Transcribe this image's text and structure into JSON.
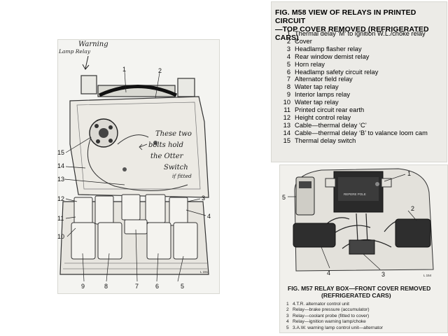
{
  "left_figure": {
    "handwriting": {
      "warning_line1": "Warning",
      "warning_line2": "Lamp Relay",
      "note_line1": "These two",
      "note_line2": "bolts hold",
      "note_line3": "the Otter",
      "note_line4": "Switch",
      "note_line5": "if fitted"
    },
    "callouts": [
      "1",
      "2",
      "3",
      "4",
      "5",
      "6",
      "7",
      "8",
      "9",
      "10",
      "11",
      "12",
      "13",
      "14",
      "15"
    ],
    "ref_code": "L 151"
  },
  "fig_m58": {
    "title_line1": "FIG. M58 VIEW OF RELAYS IN PRINTED CIRCUIT",
    "title_line2": "—TOP COVER REMOVED (REFRIGERATED CARS)",
    "items": [
      {
        "num": "1",
        "text": "Thermal delay ‘M’ to ignition W.L./choke relay"
      },
      {
        "num": "2",
        "text": "Cover"
      },
      {
        "num": "3",
        "text": "Headlamp flasher relay"
      },
      {
        "num": "4",
        "text": "Rear window demist relay"
      },
      {
        "num": "5",
        "text": "Horn relay"
      },
      {
        "num": "6",
        "text": "Headlamp safety circuit relay"
      },
      {
        "num": "7",
        "text": "Alternator field relay"
      },
      {
        "num": "8",
        "text": "Water tap relay"
      },
      {
        "num": "9",
        "text": "Interior lamps relay"
      },
      {
        "num": "10",
        "text": "Water tap relay"
      },
      {
        "num": "11",
        "text": "Printed circuit rear earth"
      },
      {
        "num": "12",
        "text": "Height control relay"
      },
      {
        "num": "13",
        "text": "Cable—thermal delay ‘C’"
      },
      {
        "num": "14",
        "text": "Cable—thermal delay ‘B’ to valance loom cam"
      },
      {
        "num": "15",
        "text": "Thermal delay switch"
      }
    ]
  },
  "fig_m57": {
    "callouts": [
      "1",
      "2",
      "3",
      "4",
      "5"
    ],
    "ref_code": "L 154",
    "relay_label": "REPERE POLE",
    "caption_line1": "FIG. M57 RELAY BOX—FRONT COVER REMOVED",
    "caption_line2": "(REFRIGERATED CARS)",
    "items": [
      {
        "num": "1",
        "text": "4.T.R. alternator control unit"
      },
      {
        "num": "2",
        "text": "Relay—brake pressure (accumulator)"
      },
      {
        "num": "3",
        "text": "Relay—coolant probe (fitted to cover)"
      },
      {
        "num": "4",
        "text": "Relay—ignition warning lamp/choke"
      },
      {
        "num": "5",
        "text": "3.A.W. warning lamp control unit—alternator"
      }
    ]
  }
}
